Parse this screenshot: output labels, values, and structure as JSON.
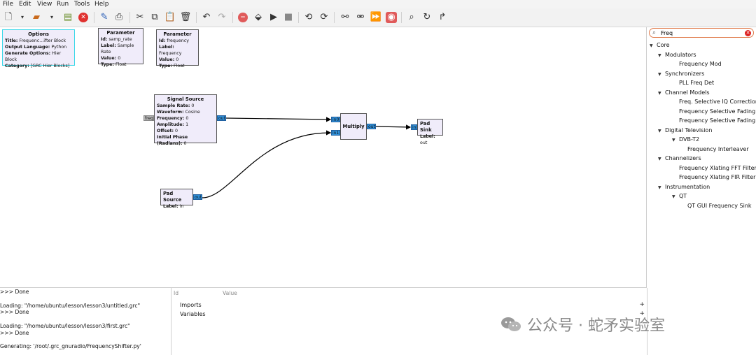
{
  "menu": [
    "File",
    "Edit",
    "View",
    "Run",
    "Tools",
    "Help"
  ],
  "blocks": {
    "options": {
      "title": "Options",
      "rows": [
        [
          "Title:",
          "Frequenc...ifter Block"
        ],
        [
          "Output Language:",
          "Python"
        ],
        [
          "Generate Options:",
          "Hier Block"
        ],
        [
          "Category:",
          "[GRC Hier Blocks]"
        ]
      ]
    },
    "param1": {
      "title": "Parameter",
      "rows": [
        [
          "Id:",
          "samp_rate"
        ],
        [
          "Label:",
          "Sample Rate"
        ],
        [
          "Value:",
          "0"
        ],
        [
          "Type:",
          "Float"
        ]
      ]
    },
    "param2": {
      "title": "Parameter",
      "rows": [
        [
          "Id:",
          "frequency"
        ],
        [
          "Label:",
          "Frequency"
        ],
        [
          "Value:",
          "0"
        ],
        [
          "Type:",
          "Float"
        ]
      ]
    },
    "signal": {
      "title": "Signal Source",
      "rows": [
        [
          "Sample Rate:",
          "0"
        ],
        [
          "Waveform:",
          "Cosine"
        ],
        [
          "Frequency:",
          "0"
        ],
        [
          "Amplitude:",
          "1"
        ],
        [
          "Offset:",
          "0"
        ],
        [
          "Initial Phase (Radians):",
          "0"
        ]
      ],
      "port_in": "freq",
      "port_out": "out"
    },
    "multiply": {
      "title": "Multiply",
      "port_in0": "in0",
      "port_in1": "in1",
      "port_out": "out"
    },
    "padsink": {
      "title": "Pad Sink",
      "rows": [
        [
          "Label:",
          "out"
        ]
      ],
      "port_in": "in"
    },
    "padsource": {
      "title": "Pad Source",
      "rows": [
        [
          "Label:",
          "in"
        ]
      ],
      "port_out": "out"
    }
  },
  "search": {
    "value": "Freq"
  },
  "tree": [
    {
      "label": "Core",
      "level": 0,
      "expanded": true
    },
    {
      "label": "Modulators",
      "level": 1,
      "expanded": true
    },
    {
      "label": "Frequency Mod",
      "level": 2
    },
    {
      "label": "Synchronizers",
      "level": 1,
      "expanded": true
    },
    {
      "label": "PLL Freq Det",
      "level": 2
    },
    {
      "label": "Channel Models",
      "level": 1,
      "expanded": true
    },
    {
      "label": "Freq. Selective IQ Correction",
      "level": 2
    },
    {
      "label": "Frequency Selective Fading Mo",
      "level": 2
    },
    {
      "label": "Frequency Selective Fading Mo",
      "level": 2
    },
    {
      "label": "Digital Television",
      "level": 1,
      "expanded": true
    },
    {
      "label": "DVB-T2",
      "level": 2,
      "expanded": true
    },
    {
      "label": "Frequency Interleaver",
      "level": 3
    },
    {
      "label": "Channelizers",
      "level": 1,
      "expanded": true
    },
    {
      "label": "Frequency Xlating FFT Filter",
      "level": 2
    },
    {
      "label": "Frequency Xlating FIR Filter",
      "level": 2
    },
    {
      "label": "Instrumentation",
      "level": 1,
      "expanded": true
    },
    {
      "label": "QT",
      "level": 2,
      "expanded": true
    },
    {
      "label": "QT GUI Frequency Sink",
      "level": 3
    }
  ],
  "console": [
    ">>> Done",
    "",
    "Loading: \"/home/ubuntu/lesson/lesson3/untitled.grc\"",
    ">>> Done",
    "",
    "Loading: \"/home/ubuntu/lesson/lesson3/first.grc\"",
    ">>> Done",
    "",
    "Generating: '/root/.grc_gnuradio/FrequencyShifter.py'"
  ],
  "vars": {
    "col_id": "Id",
    "col_value": "Value",
    "rows": [
      "Imports",
      "Variables"
    ]
  },
  "watermark": "公众号 · 蛇矛实验室"
}
